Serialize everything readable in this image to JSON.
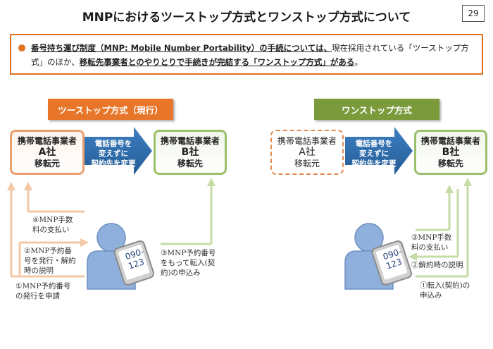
{
  "title": "MNPにおけるツーストップ方式とワンストップ方式について",
  "page_number": "29",
  "summary": {
    "part1": "番号持ち運び制度（MNP: Mobile Number Portability）の手続については、",
    "part2": "現在採用されている「ツーストップ方式」のほか、",
    "part3": "移転先事業者とのやりとりで手続きが完結する「ワンストップ方式」がある",
    "part4": "。"
  },
  "two_stop": {
    "label": "ツーストップ方式（現行）",
    "source": {
      "line1": "携帯電話事業者",
      "line2": "A社",
      "line3": "移転元"
    },
    "dest": {
      "line1": "携帯電話事業者",
      "line2": "B社",
      "line3": "移転先"
    },
    "arrow": {
      "line1": "電話番号を",
      "line2": "変えずに",
      "line3": "契約先を変更"
    },
    "step4": {
      "line1": "④MNP手数",
      "line2": "料の支払い"
    },
    "step2": {
      "line1": "②MNP予約番",
      "line2": "号を発行・解約",
      "line3": "時の説明"
    },
    "step1": {
      "line1": "①MNP予約番号",
      "line2": "の発行を申請"
    },
    "step3": {
      "line1": "③MNP予約番号",
      "line2": "をもって転入(契",
      "line3": "約)の申込み"
    },
    "phone": {
      "line1": "090-",
      "line2": "123"
    }
  },
  "one_stop": {
    "label": "ワンストップ方式",
    "source": {
      "line1": "携帯電話事業者",
      "line2": "A社",
      "line3": "移転元"
    },
    "dest": {
      "line1": "携帯電話事業者",
      "line2": "B社",
      "line3": "移転先"
    },
    "arrow": {
      "line1": "電話番号を",
      "line2": "変えずに",
      "line3": "契約先を変更"
    },
    "step3": {
      "line1": "③MNP手数",
      "line2": "料の支払い"
    },
    "step2": {
      "line1": "②解約時の説明"
    },
    "step1": {
      "line1": "①転入(契約)の",
      "line2": "申込み"
    },
    "phone": {
      "line1": "090-",
      "line2": "123"
    }
  },
  "colors": {
    "orange_accent": "#e07020",
    "orange_label": "#e8762a",
    "green_label": "#7a9a3c",
    "blue_arrow": "#2e6fb0",
    "person": "#8fb0dc",
    "orange_line": "#f4c7a4",
    "green_line": "#c5dca6"
  }
}
